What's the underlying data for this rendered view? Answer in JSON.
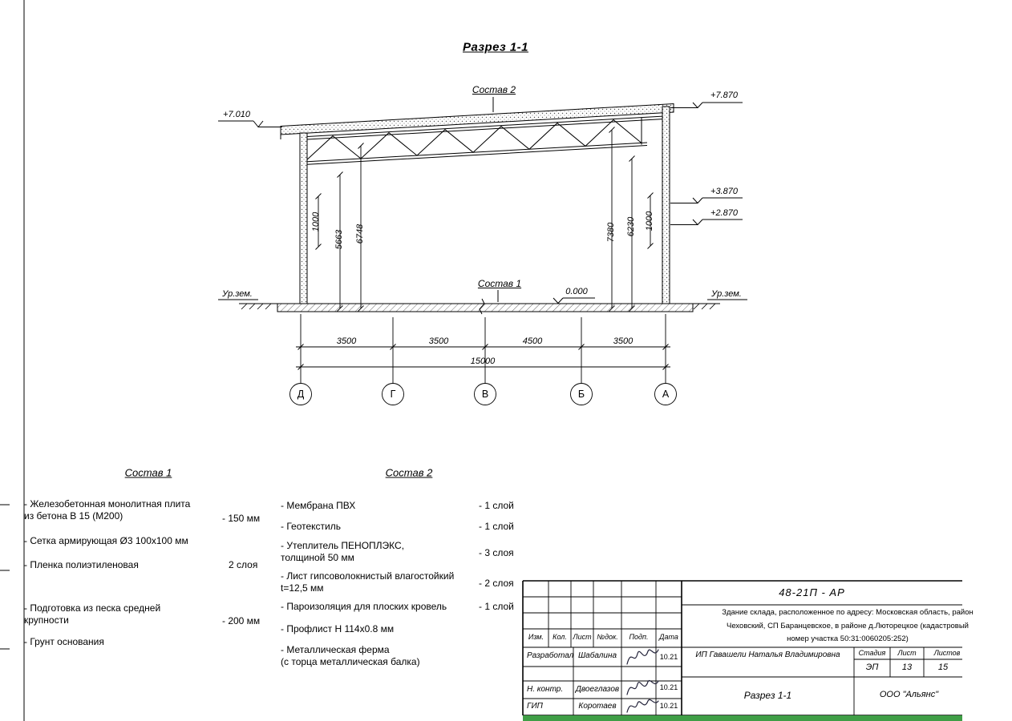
{
  "page": {
    "title": "Разрез 1-1"
  },
  "drawing": {
    "callout_top": "Состав 2",
    "callout_floor": "Состав 1",
    "elev_left_top": "+7.010",
    "elev_right_top": "+7.870",
    "elev_right_mid": "+3.870",
    "elev_right_low": "+2.870",
    "elev_zero": "0.000",
    "ground_left": "Ур.зем.",
    "ground_right": "Ур.зем.",
    "vdim_l1": "1000",
    "vdim_l2": "5663",
    "vdim_l3": "6748",
    "vdim_r1": "7380",
    "vdim_r2": "6230",
    "vdim_r3": "1000",
    "hdim_1": "3500",
    "hdim_2": "3500",
    "hdim_3": "4500",
    "hdim_4": "3500",
    "hdim_total": "15000",
    "axis_1": "Д",
    "axis_2": "Г",
    "axis_3": "В",
    "axis_4": "Б",
    "axis_5": "А"
  },
  "comp1": {
    "title": "Состав 1",
    "items": [
      {
        "text": "- Железобетонная  монолитная плита\nиз бетона В 15 (М200)",
        "value": "- 150 мм"
      },
      {
        "text": "- Сетка армирующая Ø3 100x100 мм",
        "value": ""
      },
      {
        "text": "- Пленка полиэтиленовая",
        "value": "2 слоя"
      },
      {
        "text": "- Подготовка из песка средней\nкрупности",
        "value": "- 200 мм"
      },
      {
        "text": "- Грунт основания",
        "value": ""
      }
    ]
  },
  "comp2": {
    "title": "Состав 2",
    "items": [
      {
        "text": "- Мембрана ПВХ",
        "value": "- 1 слой"
      },
      {
        "text": "- Геотекстиль",
        "value": "- 1 слой"
      },
      {
        "text": "- Утеплитель ПЕНОПЛЭКС,\nтолщиной 50 мм",
        "value": "- 3 слоя"
      },
      {
        "text": "- Лист гипсоволокнистый влагостойкий\nt=12,5 мм",
        "value": "- 2 слоя"
      },
      {
        "text": "- Пароизоляция для плоских кровель",
        "value": "- 1 слой"
      },
      {
        "text": "- Профлист Н 114x0.8 мм",
        "value": ""
      },
      {
        "text": "- Металлическая ферма\n(с торца металлическая балка)",
        "value": ""
      }
    ]
  },
  "titleblock": {
    "doc_number": "48-21П - АР",
    "description": "Здание склада, расположенное по адресу: Московская область, район\nЧеховский, СП Баранцевское, в районе д.Люторецкое  (кадастровый\nномер участка 50:31:0060205:252)",
    "headers": {
      "izm": "Изм.",
      "kol": "Кол.",
      "list": "Лист",
      "ndok": "№док.",
      "podp": "Подп.",
      "data": "Дата"
    },
    "rows": [
      {
        "role": "Разработал",
        "name": "Шабалина",
        "date": "10.21"
      },
      {
        "role": "Н. контр.",
        "name": "Двоеглазов",
        "date": "10.21"
      },
      {
        "role": "ГИП",
        "name": "Коротаев",
        "date": "10.21"
      }
    ],
    "client": "ИП Гавашели Наталья Владимировна",
    "stage_label": "Стадия",
    "sheet_label": "Лист",
    "sheets_label": "Листов",
    "stage": "ЭП",
    "sheet": "13",
    "sheets": "15",
    "sheet_title": "Разрез 1-1",
    "company": "ООО \"Альянс\"",
    "accent_green": "#3f9e46"
  }
}
